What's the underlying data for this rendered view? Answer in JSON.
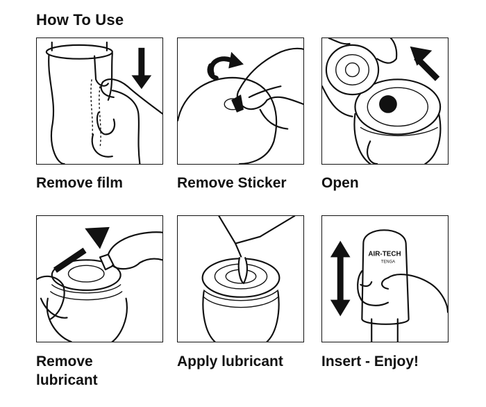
{
  "title": "How To Use",
  "steps": [
    {
      "caption": "Remove film"
    },
    {
      "caption": "Remove Sticker"
    },
    {
      "caption": "Open"
    },
    {
      "caption_line1": "Remove",
      "caption_line2": "lubricant"
    },
    {
      "caption": "Apply lubricant"
    },
    {
      "caption": "Insert - Enjoy!"
    }
  ],
  "product_label": {
    "brand": "AIR-TECH",
    "sub": "TENGA"
  }
}
